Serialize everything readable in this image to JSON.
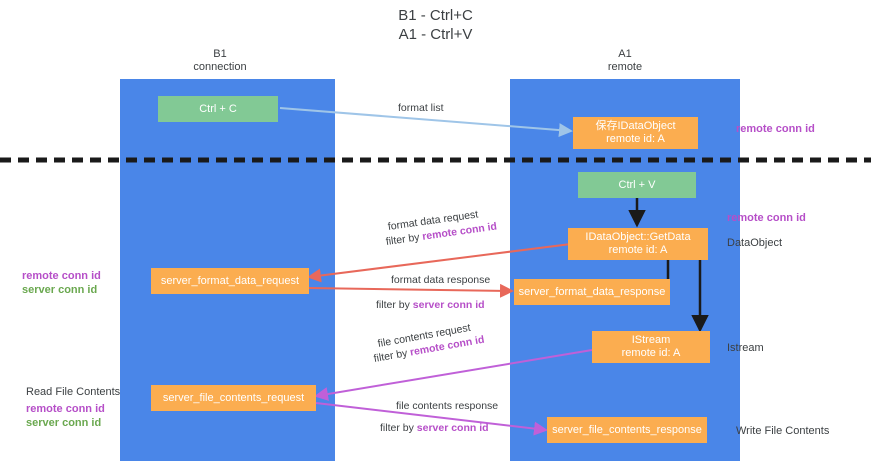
{
  "title": {
    "line1": "B1 - Ctrl+C",
    "line2": "A1 - Ctrl+V"
  },
  "lanes": [
    {
      "name": "B1",
      "sub": "connection"
    },
    {
      "name": "A1",
      "sub": "remote"
    }
  ],
  "nodes": {
    "ctrl_c": "Ctrl + C",
    "ctrl_v": "Ctrl + V",
    "idataobject_top_l1": "保存IDataObject",
    "idataobject_top_l2": "remote id: A",
    "getdata_l1": "IDataObject::GetData",
    "getdata_l2": "remote id: A",
    "istream_l1": "IStream",
    "istream_l2": "remote id: A",
    "server_format_data_request": "server_format_data_request",
    "server_format_data_response": "server_format_data_response",
    "server_file_contents_request": "server_file_contents_request",
    "server_file_contents_response": "server_file_contents_response"
  },
  "edges": {
    "format_list": "format list",
    "format_data_request": "format data request",
    "format_data_request_filter_prefix": "filter by ",
    "format_data_request_filter_key": "remote conn id",
    "format_data_response": "format data response",
    "format_data_response_filter_prefix": "filter by ",
    "format_data_response_filter_key": "server conn id",
    "file_contents_request": "file contents request",
    "file_contents_request_filter_prefix": "filter by ",
    "file_contents_request_filter_key": "remote conn id",
    "file_contents_response": "file contents response",
    "file_contents_response_filter_prefix": "filter by ",
    "file_contents_response_filter_key": "server conn id"
  },
  "annotations": {
    "right_remote_conn_id_top": "remote conn id",
    "right_remote_conn_id_mid": "remote conn id",
    "right_dataobject": "DataObject",
    "right_istream": "Istream",
    "right_write_file_contents": "Write File Contents",
    "left_remote_conn_id_mid": "remote conn id",
    "left_server_conn_id_mid": "server conn id",
    "left_read_file_contents": "Read File Contents",
    "left_remote_conn_id_bottom": "remote conn id",
    "left_server_conn_id_bottom": "server conn id"
  },
  "colors": {
    "lane": "#4a86e8",
    "green_node": "#82c995",
    "orange_node": "#fbad50",
    "purple": "#b64fc8",
    "green_text": "#6aa84f",
    "red_arrow": "#e8685a",
    "blue_arrow": "#9fc5e8",
    "dark": "#3c4043"
  }
}
